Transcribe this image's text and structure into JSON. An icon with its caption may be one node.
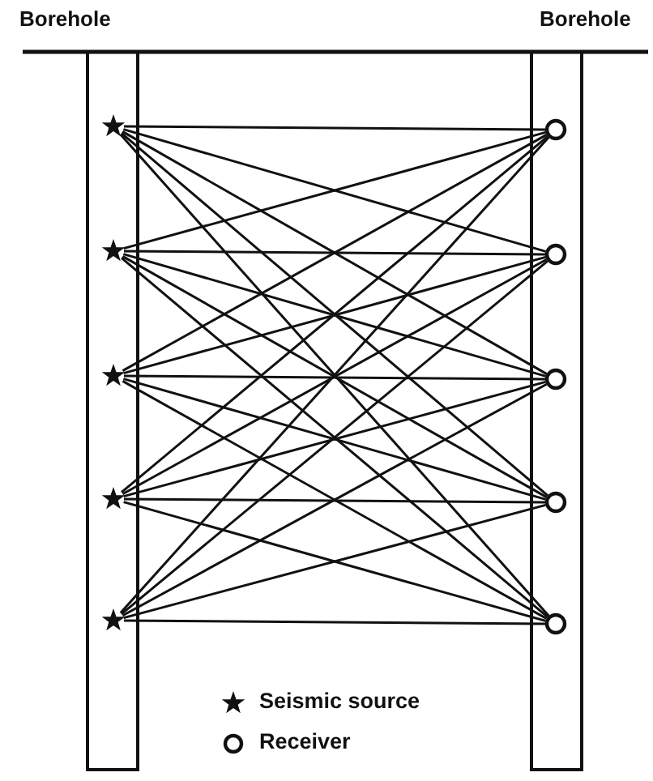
{
  "diagram": {
    "nodes": [
      {
        "text": [
          "Borehole"
        ]
      },
      {
        "text": [
          "Borehole"
        ]
      },
      {
        "text": [],
        "shape": "star",
        "in": 0
      },
      {
        "text": [],
        "shape": "star",
        "in": 0
      },
      {
        "text": [],
        "shape": "star",
        "in": 0
      },
      {
        "text": [],
        "shape": "star",
        "in": 0
      },
      {
        "text": [],
        "shape": "star",
        "in": 0
      },
      {
        "text": [],
        "shape": "circle",
        "in": 1
      },
      {
        "text": [],
        "shape": "circle",
        "in": 1
      },
      {
        "text": [],
        "shape": "circle",
        "in": 1
      },
      {
        "text": [],
        "shape": "circle",
        "in": 1
      },
      {
        "text": [],
        "shape": "circle",
        "in": 1
      }
    ],
    "edges": [
      {
        "from": 2,
        "to": 7,
        "arrow": "none"
      },
      {
        "from": 2,
        "to": 8,
        "arrow": "none"
      },
      {
        "from": 2,
        "to": 9,
        "arrow": "none"
      },
      {
        "from": 2,
        "to": 10,
        "arrow": "none"
      },
      {
        "from": 2,
        "to": 11,
        "arrow": "none"
      },
      {
        "from": 3,
        "to": 7,
        "arrow": "none"
      },
      {
        "from": 3,
        "to": 8,
        "arrow": "none"
      },
      {
        "from": 3,
        "to": 9,
        "arrow": "none"
      },
      {
        "from": 3,
        "to": 10,
        "arrow": "none"
      },
      {
        "from": 3,
        "to": 11,
        "arrow": "none"
      },
      {
        "from": 4,
        "to": 7,
        "arrow": "none"
      },
      {
        "from": 4,
        "to": 8,
        "arrow": "none"
      },
      {
        "from": 4,
        "to": 9,
        "arrow": "none"
      },
      {
        "from": 4,
        "to": 10,
        "arrow": "none"
      },
      {
        "from": 4,
        "to": 11,
        "arrow": "none"
      },
      {
        "from": 5,
        "to": 7,
        "arrow": "none"
      },
      {
        "from": 5,
        "to": 8,
        "arrow": "none"
      },
      {
        "from": 5,
        "to": 9,
        "arrow": "none"
      },
      {
        "from": 5,
        "to": 10,
        "arrow": "none"
      },
      {
        "from": 5,
        "to": 11,
        "arrow": "none"
      },
      {
        "from": 6,
        "to": 7,
        "arrow": "none"
      },
      {
        "from": 6,
        "to": 8,
        "arrow": "none"
      },
      {
        "from": 6,
        "to": 9,
        "arrow": "none"
      },
      {
        "from": 6,
        "to": 10,
        "arrow": "none"
      },
      {
        "from": 6,
        "to": 11,
        "arrow": "none"
      }
    ],
    "legend": [
      {
        "text": "Seismic source"
      },
      {
        "text": "Receiver"
      }
    ]
  }
}
